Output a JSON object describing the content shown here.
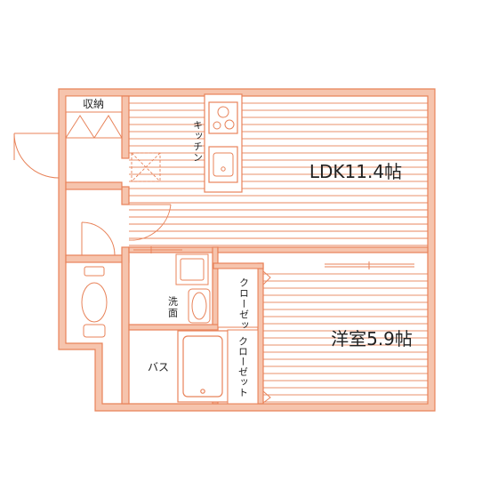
{
  "colors": {
    "wall": "#e8835a",
    "wall_fill": "#f6c4ad",
    "floor_line": "#e8835a",
    "fixture": "#e8835a",
    "text": "#222222",
    "background": "#ffffff"
  },
  "rooms": {
    "ldk": "LDK11.4帖",
    "western": "洋室5.9帖",
    "kitchen": "キッチン",
    "storage": "収納",
    "bath": "バス",
    "washroom": "洗面",
    "closet_small": "クローゼット",
    "closet_large": "クローゼット"
  },
  "icons": [
    "stove-icon",
    "sink-icon",
    "fridge-space-icon",
    "toilet-icon",
    "washbasin-icon",
    "bathtub-icon",
    "washing-machine-pan-icon",
    "door-swing-icon"
  ]
}
